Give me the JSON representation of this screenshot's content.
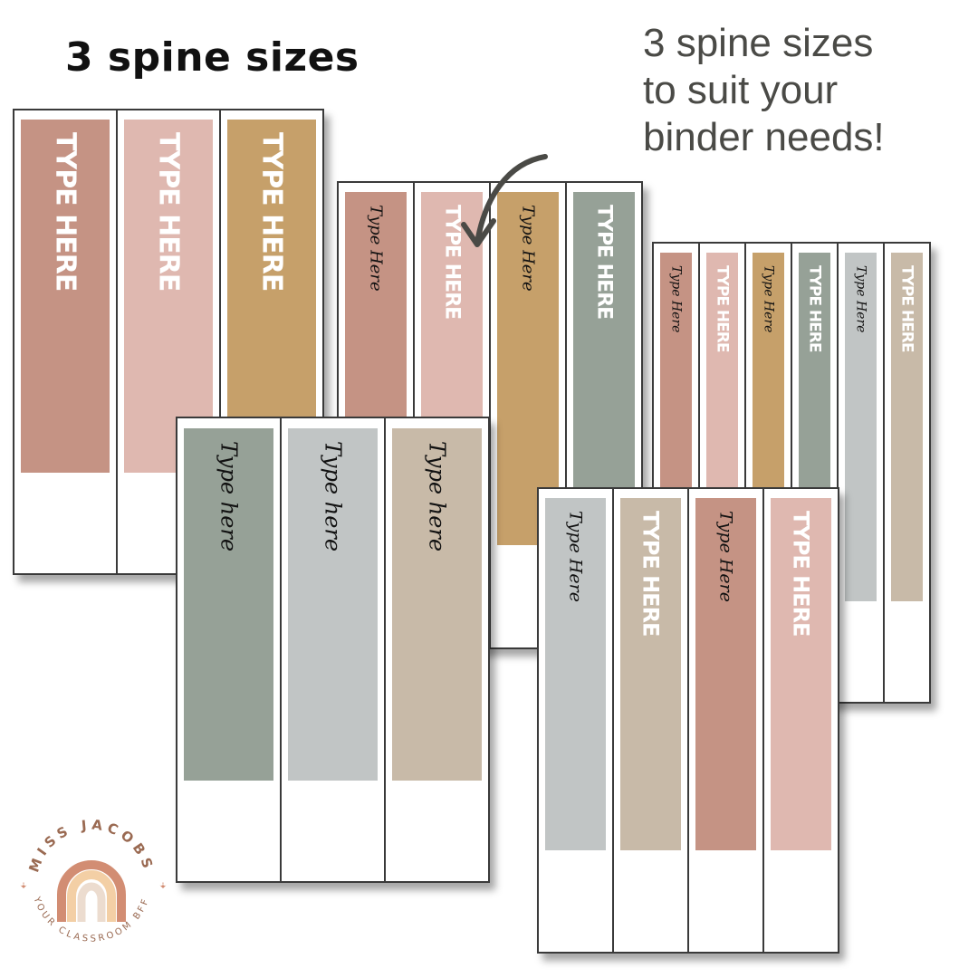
{
  "heading_left": "3 spine sizes",
  "heading_right": [
    "3 spine sizes",
    "to suit your",
    "binder needs!"
  ],
  "colors": {
    "rose": "#c59384",
    "pink": "#dfb8b0",
    "gold": "#c6a06a",
    "sage": "#96a197",
    "grey": "#c1c5c5",
    "tan": "#c8baa8",
    "text_dark": "#4a4a46"
  },
  "groups": [
    {
      "id": "large-top",
      "spines": [
        {
          "color": "#c59384",
          "style": "bold",
          "label": "TYPE HERE"
        },
        {
          "color": "#dfb8b0",
          "style": "bold",
          "label": "TYPE HERE"
        },
        {
          "color": "#c6a06a",
          "style": "bold",
          "label": "TYPE HERE"
        }
      ]
    },
    {
      "id": "medium-top",
      "spines": [
        {
          "color": "#c59384",
          "style": "script",
          "label": "Type Here"
        },
        {
          "color": "#dfb8b0",
          "style": "bold",
          "label": "TYPE HERE"
        },
        {
          "color": "#c6a06a",
          "style": "script",
          "label": "Type Here"
        },
        {
          "color": "#96a197",
          "style": "bold",
          "label": "TYPE HERE"
        }
      ]
    },
    {
      "id": "small-right",
      "spines": [
        {
          "color": "#c59384",
          "style": "script",
          "label": "Type Here"
        },
        {
          "color": "#dfb8b0",
          "style": "bold",
          "label": "TYPE HERE"
        },
        {
          "color": "#c6a06a",
          "style": "script",
          "label": "Type Here"
        },
        {
          "color": "#96a197",
          "style": "bold",
          "label": "TYPE HERE"
        },
        {
          "color": "#c1c5c5",
          "style": "script",
          "label": "Type Here"
        },
        {
          "color": "#c8baa8",
          "style": "bold",
          "label": "TYPE HERE"
        }
      ]
    },
    {
      "id": "large-bottom",
      "spines": [
        {
          "color": "#96a197",
          "style": "script",
          "label": "Type here"
        },
        {
          "color": "#c1c5c5",
          "style": "script",
          "label": "Type here"
        },
        {
          "color": "#c8baa8",
          "style": "script",
          "label": "Type here"
        }
      ]
    },
    {
      "id": "medium-bottom",
      "spines": [
        {
          "color": "#c1c5c5",
          "style": "script",
          "label": "Type Here"
        },
        {
          "color": "#c8baa8",
          "style": "bold",
          "label": "TYPE HERE"
        },
        {
          "color": "#c59384",
          "style": "script",
          "label": "Type Here"
        },
        {
          "color": "#dfb8b0",
          "style": "bold",
          "label": "TYPE HERE"
        }
      ]
    }
  ],
  "logo": {
    "top_text": "MISS JACOBS",
    "bottom_text": "YOUR CLASSROOM BFF",
    "icon": "rainbow-icon"
  }
}
